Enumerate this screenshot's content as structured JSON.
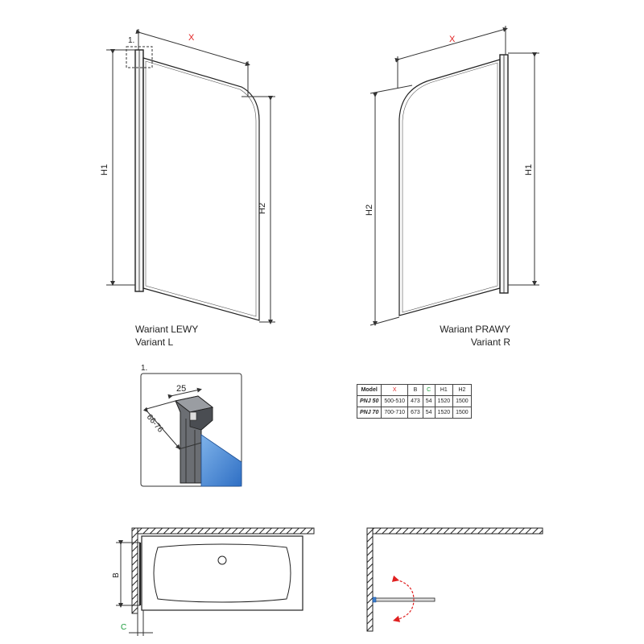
{
  "left_view": {
    "x_label": "X",
    "h1_label": "H1",
    "h2_label": "H2",
    "detail_ref": "1.",
    "variant_line1": "Wariant LEWY",
    "variant_line2": "Variant L"
  },
  "right_view": {
    "x_label": "X",
    "h1_label": "H1",
    "h2_label": "H2",
    "variant_line1": "Wariant PRAWY",
    "variant_line2": "Variant R"
  },
  "detail": {
    "ref": "1.",
    "width_label": "25",
    "range_label": "66-76"
  },
  "spec_table": {
    "headers": [
      "Model",
      "X",
      "B",
      "C",
      "H1",
      "H2"
    ],
    "rows": [
      {
        "model": "PNJ 50",
        "x": "500-510",
        "b": "473",
        "c": "54",
        "h1": "1520",
        "h2": "1500"
      },
      {
        "model": "PNJ 70",
        "x": "700-710",
        "b": "673",
        "c": "54",
        "h1": "1520",
        "h2": "1500"
      }
    ]
  },
  "plan_view": {
    "b_label": "B",
    "c_label": "C"
  },
  "colors": {
    "x_label": "#e02020",
    "c_label": "#1a9a3a",
    "glass_blue": "#3a7fd0",
    "swing_arrow": "#e02020"
  }
}
